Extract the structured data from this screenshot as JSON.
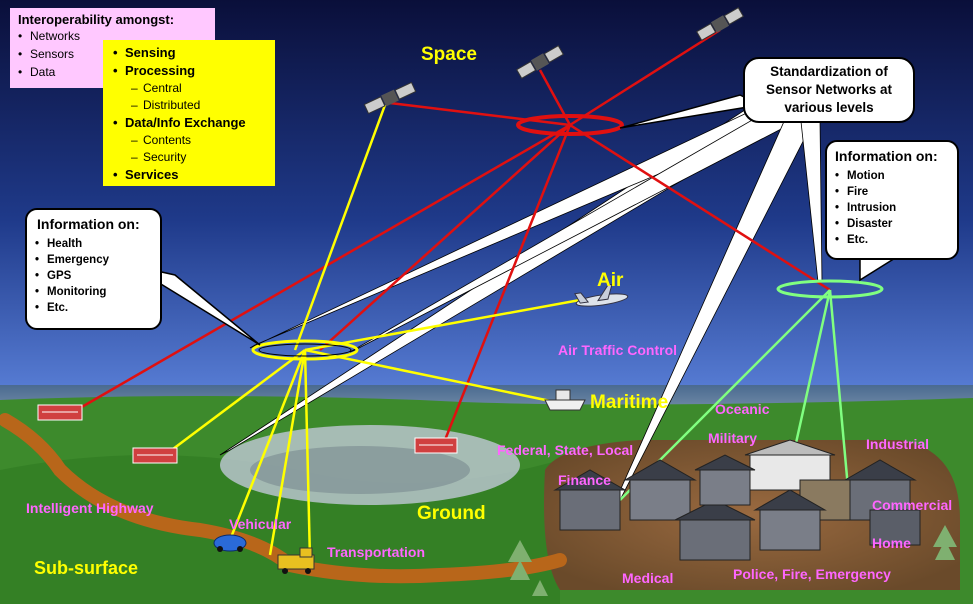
{
  "colors": {
    "sky_top": "#0a0f3a",
    "sky_bottom": "#4a6fd0",
    "ground": "#3a8a2a",
    "road": "#b86a1a",
    "red_link": "#e01010",
    "yellow_link": "#ffff00",
    "green_link": "#80ff80",
    "label_pink": "#ff66ff",
    "label_yellow": "#ffff00",
    "label_white": "#ffffff"
  },
  "interop_box": {
    "title": "Interoperability amongst:",
    "items": [
      "Networks",
      "Sensors",
      "Data"
    ]
  },
  "capabilities_box": {
    "items": [
      {
        "label": "Sensing",
        "sub": []
      },
      {
        "label": "Processing",
        "sub": [
          "Central",
          "Distributed"
        ]
      },
      {
        "label": "Data/Info Exchange",
        "sub": [
          "Contents",
          "Security"
        ]
      },
      {
        "label": "Services",
        "sub": []
      }
    ]
  },
  "standardization_callout": {
    "text": "Standardization of Sensor Networks at various levels"
  },
  "left_info_callout": {
    "title": "Information on:",
    "items": [
      "Health",
      "Emergency",
      "GPS",
      "Monitoring",
      "Etc."
    ]
  },
  "right_info_callout": {
    "title": "Information on:",
    "items": [
      "Motion",
      "Fire",
      "Intrusion",
      "Disaster",
      "Etc."
    ]
  },
  "labels": {
    "space": "Space",
    "air": "Air",
    "air_traffic": "Air Traffic Control",
    "maritime": "Maritime",
    "oceanic": "Oceanic",
    "military": "Military",
    "federal": "Federal, State, Local",
    "industrial": "Industrial",
    "finance": "Finance",
    "commercial": "Commercial",
    "home": "Home",
    "intelligent_highway": "Intelligent Highway",
    "vehicular": "Vehicular",
    "ground": "Ground",
    "transportation": "Transportation",
    "sub_surface": "Sub-surface",
    "medical": "Medical",
    "police": "Police, Fire, Emergency"
  }
}
